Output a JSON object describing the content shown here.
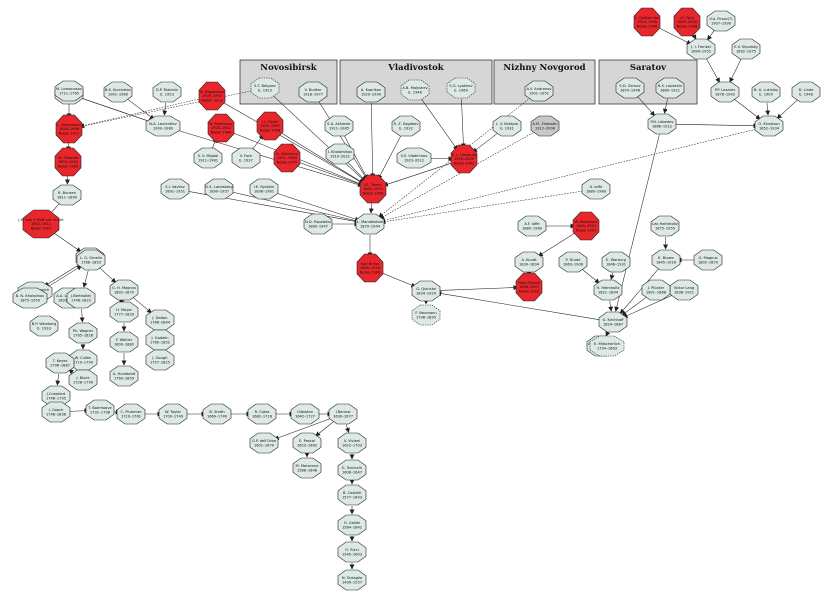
{
  "colors": {
    "red": "#e8262b",
    "light": "#dde9e6",
    "gray": "#c8c8c8",
    "cluster": "#d6d6d6",
    "stroke": "#222222"
  },
  "clusters": [
    {
      "id": "novosibirsk",
      "label": "Novosibirsk"
    },
    {
      "id": "vladivostok",
      "label": "Vladivostok"
    },
    {
      "id": "nizhny",
      "label": "Nizhny Novgorod"
    },
    {
      "id": "saratov",
      "label": "Saratov"
    }
  ],
  "nodes": [
    {
      "id": "lq",
      "lines": [
        "L. Quaternion",
        "1914–1998",
        "Nobel 1956"
      ],
      "red": true
    },
    {
      "id": "ifo",
      "lines": [
        "I.F. Ford",
        "1900–2000",
        "Nobel 1958"
      ],
      "red": true
    },
    {
      "id": "vfirsov",
      "lines": [
        "V.A. Firsov(?)",
        "1907–1990"
      ],
      "red": false
    },
    {
      "id": "jfrenkel",
      "lines": [
        "J. I. Frenkel",
        "1894–1952"
      ],
      "red": false
    },
    {
      "id": "eshpolsky",
      "lines": [
        "E.V. Shpolsky",
        "1892–1975"
      ],
      "red": false
    },
    {
      "id": "pezavo",
      "lines": [
        "P.P. Lazarev",
        "1878–1942"
      ],
      "red": false
    },
    {
      "id": "nlukirsky",
      "lines": [
        "N. A. Lukirsky",
        "b. 1900"
      ],
      "red": false
    },
    {
      "id": "dlinde",
      "lines": [
        "D. Linde",
        "b. 1948"
      ],
      "red": false
    },
    {
      "id": "okhvolson",
      "lines": [
        "O. Khvolson",
        "1852–1934"
      ],
      "red": false
    },
    {
      "id": "novosib1",
      "lines": [
        "S.T. Belyaev",
        "b. 1923"
      ],
      "red": false,
      "dashed": true
    },
    {
      "id": "novosib2",
      "lines": [
        "V. Budker",
        "1918–1977"
      ],
      "red": false
    },
    {
      "id": "vlad1",
      "lines": [
        "A. Kuprikov",
        "1920–1990"
      ],
      "red": false
    },
    {
      "id": "vlad2",
      "lines": [
        "A.B. Malyshev",
        "b. 1948"
      ],
      "red": false,
      "dashed": true
    },
    {
      "id": "vlad3",
      "lines": [
        "S.G. Lyakhov",
        "b. 1960"
      ],
      "red": false,
      "dashed": true
    },
    {
      "id": "nn1",
      "lines": [
        "A.V. Andronov",
        "1901–1952"
      ],
      "red": false
    },
    {
      "id": "nn2",
      "lines": [
        "A.M. Zhabotin",
        "1912–2008"
      ],
      "red": false,
      "gray": true
    },
    {
      "id": "sar1",
      "lines": [
        "S.D. Zernov",
        "1870–1946"
      ],
      "red": false
    },
    {
      "id": "sar2",
      "lines": [
        "N.S. Lepeshin",
        "1889–1921"
      ],
      "red": false
    },
    {
      "id": "plebedev",
      "lines": [
        "P.N. Lebedev",
        "1866–1912"
      ],
      "red": false
    },
    {
      "id": "lsobolev",
      "lines": [
        "L. S. Sobolev",
        "1908–1989"
      ],
      "red": false
    },
    {
      "id": "bkurchatov",
      "lines": [
        "B.K. Kurchatov",
        "1901–1960"
      ],
      "red": false
    },
    {
      "id": "dpi",
      "lines": [
        "D.P. Riabinin",
        "b. 1953"
      ],
      "red": false
    },
    {
      "id": "ibrukh",
      "lines": [
        "N. Bogolubov",
        "1909–1992",
        "Nobel: none"
      ],
      "red": true
    },
    {
      "id": "gbakh",
      "lines": [
        "N. Prokhorov",
        "1916–2002",
        "Nobel 1964"
      ],
      "red": true
    },
    {
      "id": "ilfeder",
      "lines": [
        "I.L. Feder",
        "1902–1967",
        "Nobel 1958"
      ],
      "red": true
    },
    {
      "id": "nlekh",
      "lines": [
        "N.A. Lavrentiev",
        "1900–1980"
      ],
      "red": false
    },
    {
      "id": "vvmigdal",
      "lines": [
        "V. V. Migdal",
        "1911–1981"
      ],
      "red": false
    },
    {
      "id": "vfock",
      "lines": [
        "V. Fock",
        "b. 1937"
      ],
      "red": false
    },
    {
      "id": "ksakharov",
      "lines": [
        "A. Sakharov",
        "1921–1989",
        "Nobel 1975"
      ],
      "red": true
    },
    {
      "id": "ikhalatn",
      "lines": [
        "I. Khalatnikov",
        "1919–2021"
      ],
      "red": false
    },
    {
      "id": "ltamm",
      "lines": [
        "I.E. Tamm",
        "1895–1971",
        "Nobel 1958"
      ],
      "red": true
    },
    {
      "id": "sakhrest",
      "lines": [
        "S.A. Akhiezer",
        "1911–1985"
      ],
      "red": false
    },
    {
      "id": "rsagdeev",
      "lines": [
        "R. Z. Sagdeev",
        "b. 1932"
      ],
      "red": false
    },
    {
      "id": "vlginz",
      "lines": [
        "V. L. Ginzburg",
        "1916–2009",
        "Nobel 2003"
      ],
      "red": true
    },
    {
      "id": "vsadov",
      "lines": [
        "V.S. Vladimirov",
        "1923–2012"
      ],
      "red": false
    },
    {
      "id": "ekrylov",
      "lines": [
        "L. V. Keldysh",
        "b. 1931"
      ],
      "red": false
    },
    {
      "id": "lmand",
      "lines": [
        "L. Mandelstam",
        "1879–1944"
      ],
      "red": false
    },
    {
      "id": "nfpapaleksi",
      "lines": [
        "N.D. Papaleksi",
        "1880–1947"
      ],
      "red": false
    },
    {
      "id": "ieryshkin",
      "lines": [
        "I.E. Ryshkin",
        "1898–1961"
      ],
      "red": false
    },
    {
      "id": "glandsberg",
      "lines": [
        "G.S. Landsberg",
        "1890–1957"
      ],
      "red": false
    },
    {
      "id": "sivavilov",
      "lines": [
        "S.I. Vavilov",
        "1891–1951"
      ],
      "red": false
    },
    {
      "id": "kbraun",
      "lines": [
        "Karl Braun",
        "1850–1918",
        "Nobel 1909"
      ],
      "red": true
    },
    {
      "id": "gquincke",
      "lines": [
        "G. Quincke",
        "1834–1924"
      ],
      "red": false
    },
    {
      "id": "fneumann",
      "lines": [
        "F. Neumann",
        "1798–1895"
      ],
      "red": false,
      "dashed": true
    },
    {
      "id": "afioffe",
      "lines": [
        "A. Ioffe",
        "1880–1960"
      ],
      "red": false
    },
    {
      "id": "afjoffe",
      "lines": [
        "A.F. Ioffe",
        "1880–1960"
      ],
      "red": false
    },
    {
      "id": "roentgen",
      "lines": [
        "W. Roentgen",
        "1845–1923",
        "Nobel 1901"
      ],
      "red": true
    },
    {
      "id": "fkohlr",
      "lines": [
        "A. Kundt",
        "1839–1894"
      ],
      "red": false
    },
    {
      "id": "hlorentz",
      "lines": [
        "Hans Planck",
        "1858–1947",
        "Nobel 1918"
      ],
      "red": true
    },
    {
      "id": "pdrude",
      "lines": [
        "P. Drude",
        "1863–1906"
      ],
      "red": false
    },
    {
      "id": "ewarburg",
      "lines": [
        "E. Warburg",
        "1846–1931"
      ],
      "red": false
    },
    {
      "id": "hhelm",
      "lines": [
        "H. Helmholtz",
        "1821–1894"
      ],
      "red": false
    },
    {
      "id": "gkirch",
      "lines": [
        "G. Kirchhoff",
        "1824–1887"
      ],
      "red": false
    },
    {
      "id": "lhelmholtz",
      "lines": [
        "Leo Helmholtz",
        "1875–1955"
      ],
      "red": false
    },
    {
      "id": "ebrow",
      "lines": [
        "E. Brown",
        "1845–1916"
      ],
      "red": false
    },
    {
      "id": "vvlang",
      "lines": [
        "Victor Lang",
        "1838–1921"
      ],
      "red": false
    },
    {
      "id": "jplucker",
      "lines": [
        "J. Plücker",
        "1801–1868"
      ],
      "red": false
    },
    {
      "id": "gwebers",
      "lines": [
        "G. Magnus",
        "1802–1870"
      ],
      "red": false
    },
    {
      "id": "ashovekr",
      "lines": [
        "A. G. Schetten",
        "1798–1876"
      ],
      "red": false
    },
    {
      "id": "emitscherlich",
      "lines": [
        "E. Mitscherlich",
        "1794–1863"
      ],
      "red": false,
      "dashed": true
    },
    {
      "id": "ngwiner",
      "lines": [
        "N. A. Umov",
        "1846–1915"
      ],
      "red": false
    },
    {
      "id": "nwiener",
      "lines": [
        "M.A. Leontovich",
        "1903–1981"
      ],
      "red": false
    },
    {
      "id": "lbruhn",
      "lines": [
        "B. N. Kholodnov",
        "1875–1950"
      ],
      "red": false
    },
    {
      "id": "lvwood",
      "lines": [
        "B.P. Weinberg",
        "b. 1933"
      ],
      "red": false
    },
    {
      "id": "mlomon",
      "lines": [
        "M. Lomonosov",
        "1711–1765"
      ],
      "red": false
    },
    {
      "id": "alebed",
      "lines": [
        "A.A. Lebedev",
        "1893–1969"
      ],
      "red": false
    },
    {
      "id": "jlvorm",
      "lines": [
        "J.H. van 't Hoff van Vught",
        "1852–1911",
        "Nobel 1901"
      ],
      "red": true
    },
    {
      "id": "lboltz",
      "lines": [
        "L. Boltzmann",
        "1844–1906",
        "Nobel 1911"
      ],
      "red": true
    },
    {
      "id": "wostwald",
      "lines": [
        "W. Ostwald",
        "1853–1932",
        "Nobel 1909"
      ],
      "red": true
    },
    {
      "id": "rbunsen",
      "lines": [
        "R. Bunsen",
        "1811–1899"
      ],
      "red": false
    },
    {
      "id": "lgmelin",
      "lines": [
        "L. G. Gmelin",
        "1788–1853"
      ],
      "red": false
    },
    {
      "id": "jfrobe",
      "lines": [
        "J.Berthollet",
        "1748–1822"
      ],
      "red": false
    },
    {
      "id": "ghmagnus",
      "lines": [
        "G. H. Magnus",
        "1802–1870"
      ],
      "red": false
    },
    {
      "id": "hvmeyer",
      "lines": [
        "H. Meyer",
        "1777–1839"
      ],
      "red": false
    },
    {
      "id": "jdalton",
      "lines": [
        "J. Dalton",
        "1766–1844"
      ],
      "red": false
    },
    {
      "id": "jgadolin",
      "lines": [
        "J. Gadolin",
        "1760–1852"
      ],
      "red": false
    },
    {
      "id": "fwagenb",
      "lines": [
        "F. Wöhler",
        "1800–1882"
      ],
      "red": false
    },
    {
      "id": "ahumboldt",
      "lines": [
        "A. Humboldt",
        "1769–1859"
      ],
      "red": false
    },
    {
      "id": "jgoph",
      "lines": [
        "J. Gough",
        "1757–1825"
      ],
      "red": false
    },
    {
      "id": "wmach",
      "lines": [
        "Ph. Wagner",
        "1765–1828"
      ],
      "red": false
    },
    {
      "id": "psellini",
      "lines": [
        "W. Cullen",
        "1710–1790"
      ],
      "red": false
    },
    {
      "id": "iblack",
      "lines": [
        "J. Black",
        "1728–1799"
      ],
      "red": false
    },
    {
      "id": "tkeyes",
      "lines": [
        "T. Keyes",
        "1796–1867"
      ],
      "red": false
    },
    {
      "id": "jcrawford",
      "lines": [
        "J.Crawford",
        "1748–1795"
      ],
      "red": false
    },
    {
      "id": "jsollom",
      "lines": [
        "J. Gooch",
        "1748–1836"
      ],
      "red": false
    },
    {
      "id": "tboot",
      "lines": [
        "T. Boerhaave",
        "1731–1798"
      ],
      "red": false
    },
    {
      "id": "ctudor",
      "lines": [
        "C. Plummer",
        "1710–1761"
      ],
      "red": false
    },
    {
      "id": "wtaylor",
      "lines": [
        "W. Taylor",
        "1700–1749"
      ],
      "red": false
    },
    {
      "id": "bsmith",
      "lines": [
        "B. Smith",
        "1669–1740"
      ],
      "red": false
    },
    {
      "id": "rcotes",
      "lines": [
        "R. Cotes",
        "1682–1716"
      ],
      "red": false
    },
    {
      "id": "inewton",
      "lines": [
        "I.Newton",
        "1642–1727"
      ],
      "red": false
    },
    {
      "id": "ibarrow",
      "lines": [
        "I.Barrow",
        "1630–1677"
      ],
      "red": false
    },
    {
      "id": "gpdellorb",
      "lines": [
        "G.P. dell'Orbe",
        "1601–1670"
      ],
      "red": false
    },
    {
      "id": "epascal",
      "lines": [
        "E. Pascal",
        "1623–1662"
      ],
      "red": false
    },
    {
      "id": "mmersenne",
      "lines": [
        "M. Mersenne",
        "1588–1648"
      ],
      "red": false
    },
    {
      "id": "vviviani",
      "lines": [
        "V. Viviani",
        "1622–1703"
      ],
      "red": false
    },
    {
      "id": "ebartholi",
      "lines": [
        "E. Torricelli",
        "1608–1647"
      ],
      "red": false
    },
    {
      "id": "bcastelli",
      "lines": [
        "B. Castelli",
        "1577–1643"
      ],
      "red": false
    },
    {
      "id": "ggalilei",
      "lines": [
        "G. Galilei",
        "1564–1642"
      ],
      "red": false
    },
    {
      "id": "oricci",
      "lines": [
        "O. Ricci",
        "1540–1603"
      ],
      "red": false
    },
    {
      "id": "ntartaglia",
      "lines": [
        "N. Tartaglia",
        "1499–1557"
      ],
      "red": false
    }
  ]
}
